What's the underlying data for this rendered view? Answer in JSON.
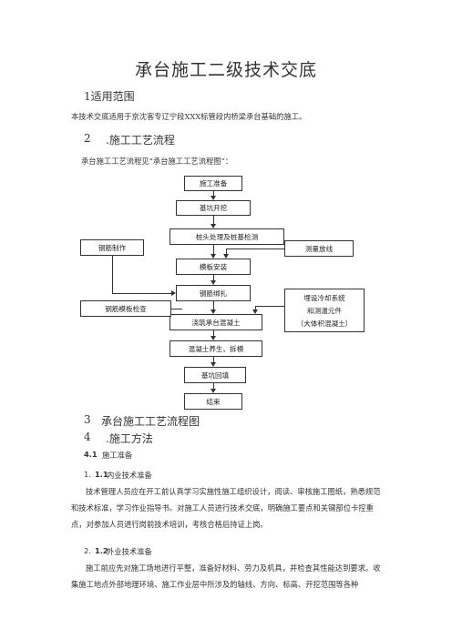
{
  "doc": {
    "title": "承台施工二级技术交底",
    "s1_heading": "1适用范围",
    "s1_body": "本技术交底适用于京沈客专辽宁段XXX标管段内桥梁承台基础的施工。",
    "s2_num": "2",
    "s2_heading": ".施工工艺流程",
    "s2_body": "承台施工工艺流程见“承台施工工艺流程图”：",
    "fig_caption_num": "3",
    "fig_caption": "承台施工工艺流程图",
    "s4_num": "4",
    "s4_heading": ".施工方法",
    "s41_num": "4.1",
    "s41_heading": "施工准备",
    "s411_idx": "1.",
    "s411_num": "1.1",
    "s411_heading": "内业技术准备",
    "s411_body": "技术管理人员应在开工前认真学习实施性施工组织设计，阅读、审核施工图纸，熟悉规范和技术标准，学习作业指导书。对施工人员进行技术交底，明确施工要点和关键部位卡控重点，对参加人员进行岗前技术培训，考核合格后持证上岗。",
    "s412_idx": "2.",
    "s412_num": "1.2",
    "s412_heading": "外业技术准备",
    "s412_body": "施工前应先对施工场地进行平整，准备好材料、劳力及机具，并检查其性能达到要求。收集施工地点外部地理环境、施工作业层中所涉及的轴线、方向、标高、开挖范围等各种"
  },
  "flow": {
    "main": [
      "施工准备",
      "基坑开挖",
      "桩头处理及桩基检测",
      "模板安装",
      "钢筋绑扎",
      "浇筑承台混凝土",
      "混凝土养生、拆模",
      "基坑回填",
      "结束"
    ],
    "left_top": "钢筋制作",
    "left_bottom": "钢筋模板检查",
    "right_top": "测量放线",
    "right_bottom_l1": "埋设冷却系统",
    "right_bottom_l2": "和测温元件",
    "right_bottom_l3": "（大体积混凝土）"
  }
}
